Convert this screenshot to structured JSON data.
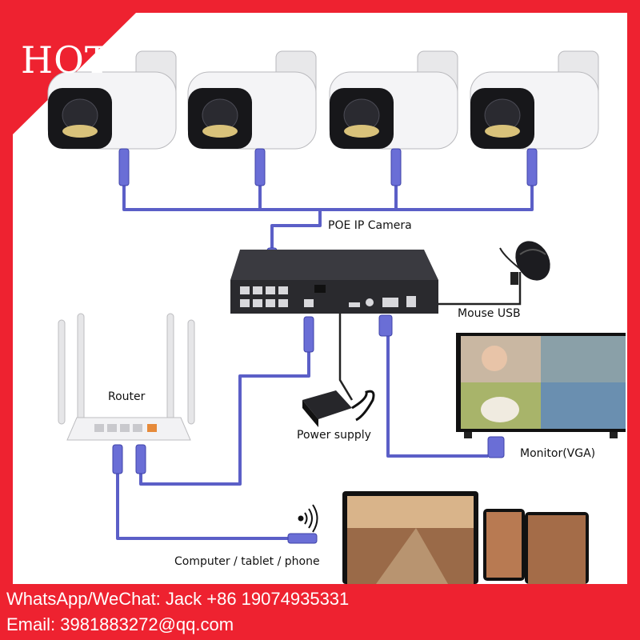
{
  "badge": {
    "text": "HOT"
  },
  "labels": {
    "poe_camera": "POE IP Camera",
    "mouse": "Mouse USB",
    "router": "Router",
    "power": "Power supply",
    "monitor": "Monitor(VGA)",
    "computer": "Computer / tablet / phone"
  },
  "contact": {
    "whatsapp": "WhatsApp/WeChat: Jack +86 19074935331",
    "email": "Email: 3981883272@qq.com"
  },
  "colors": {
    "border": "#ee2230",
    "cable": "#5b5fc7",
    "banner": "#ee2230",
    "nvr": "#2a2a2e"
  }
}
